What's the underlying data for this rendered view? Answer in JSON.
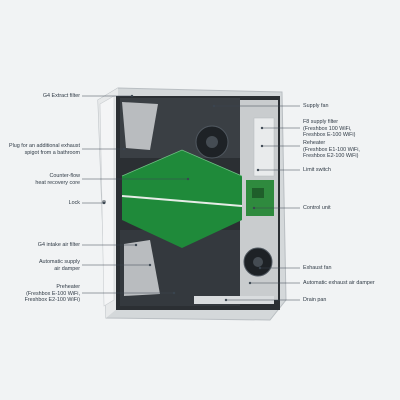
{
  "diagram": {
    "left_labels": [
      {
        "id": "g4-extract-filter",
        "lines": [
          "G4 Extract filter"
        ]
      },
      {
        "id": "plug-exhaust-spigot",
        "lines": [
          "Plug for an additional exhaust",
          "spigot from a bathroom"
        ]
      },
      {
        "id": "counter-flow-core",
        "lines": [
          "Counter-flow",
          "heat recovery core"
        ]
      },
      {
        "id": "lock",
        "lines": [
          "Lock"
        ]
      },
      {
        "id": "g4-intake-filter",
        "lines": [
          "G4 intake air filter"
        ]
      },
      {
        "id": "automatic-supply-damper",
        "lines": [
          "Automatic supply",
          "air damper"
        ]
      },
      {
        "id": "preheater",
        "lines": [
          "Preheater",
          "(Freshbox E-100 WiFi,",
          "Freshbox E2-100 WiFi)"
        ]
      }
    ],
    "right_labels": [
      {
        "id": "supply-fan",
        "lines": [
          "Supply fan"
        ]
      },
      {
        "id": "f8-supply-filter",
        "lines": [
          "F8 supply filter",
          "(Freshbox 100 WiFi,",
          "Freshbox E-100 WiFi)"
        ]
      },
      {
        "id": "reheater",
        "lines": [
          "Reheater",
          "(Freshbox E1-100 WiFi,",
          "Freshbox E2-100 WiFi)"
        ]
      },
      {
        "id": "limit-switch",
        "lines": [
          "Limit switch"
        ]
      },
      {
        "id": "control-unit",
        "lines": [
          "Control unit"
        ]
      },
      {
        "id": "exhaust-fan",
        "lines": [
          "Exhaust fan"
        ]
      },
      {
        "id": "automatic-exhaust-damper",
        "lines": [
          "Automatic exhaust air damper"
        ]
      },
      {
        "id": "drain-pan",
        "lines": [
          "Drain pan"
        ]
      }
    ],
    "colors": {
      "background": "#f1f3f4",
      "casing": "#d9dcde",
      "core_green": "#1f8a3a",
      "label_text": "#2f3a45",
      "leader_line": "#3a4550"
    }
  }
}
